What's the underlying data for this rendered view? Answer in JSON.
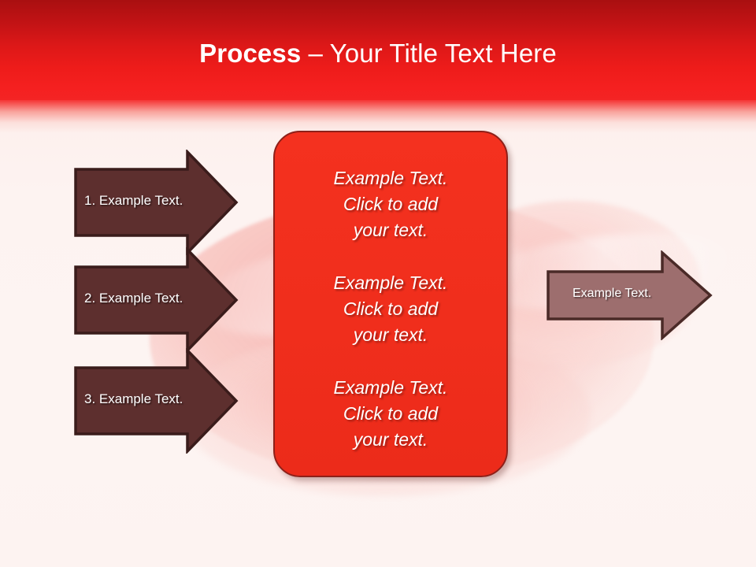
{
  "slide": {
    "title": {
      "bold_part": "Process",
      "rest": " – Your Title Text Here"
    },
    "colors": {
      "header_top": "#a90f10",
      "header_bottom": "#f42424",
      "page_background": "#fdf3f1",
      "center_box_fill": "#f0301d",
      "center_box_border": "#8e2019",
      "left_arrow_fill": "#5d2f2e",
      "left_arrow_border": "#3a1c1b",
      "right_arrow_fill": "#9d6e6e",
      "right_arrow_border": "#4a2a27",
      "label_text": "#ffffff"
    }
  },
  "input_arrows": [
    {
      "label": "1. Example Text."
    },
    {
      "label": "2. Example Text."
    },
    {
      "label": "3. Example Text."
    }
  ],
  "center_box": {
    "paragraphs": [
      {
        "lines": [
          "Example Text.",
          "Click  to add",
          "your text."
        ]
      },
      {
        "lines": [
          "Example Text.",
          "Click  to add",
          "your text."
        ]
      },
      {
        "lines": [
          "Example Text.",
          "Click  to add",
          "your text."
        ]
      }
    ]
  },
  "output_arrow": {
    "label": "Example Text."
  }
}
